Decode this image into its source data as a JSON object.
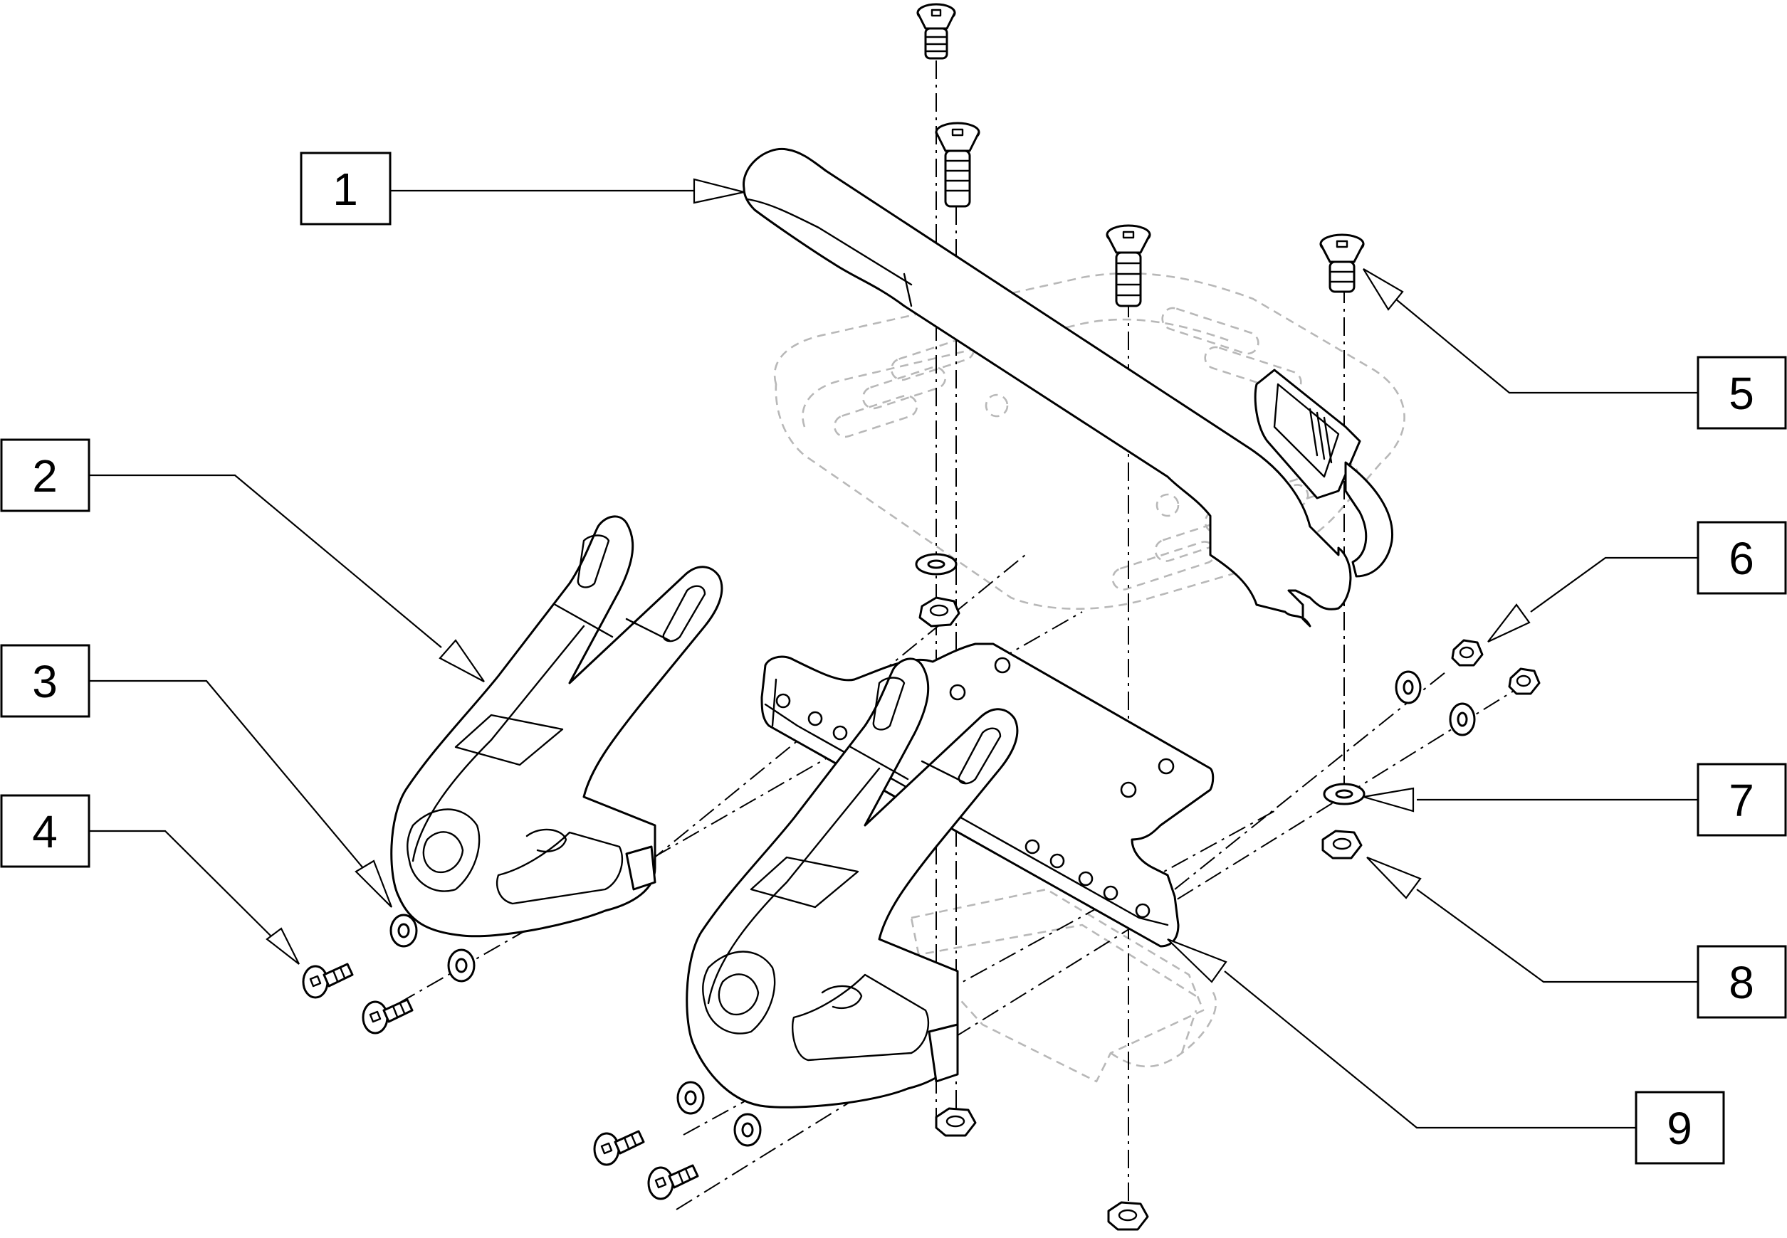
{
  "diagram": {
    "callouts": [
      {
        "id": "1",
        "label": "1"
      },
      {
        "id": "2",
        "label": "2"
      },
      {
        "id": "3",
        "label": "3"
      },
      {
        "id": "4",
        "label": "4"
      },
      {
        "id": "5",
        "label": "5"
      },
      {
        "id": "6",
        "label": "6"
      },
      {
        "id": "7",
        "label": "7"
      },
      {
        "id": "8",
        "label": "8"
      },
      {
        "id": "9",
        "label": "9"
      }
    ],
    "colors": {
      "line": "#000000",
      "phantom": "#b8b8b8",
      "background": "#ffffff"
    }
  }
}
